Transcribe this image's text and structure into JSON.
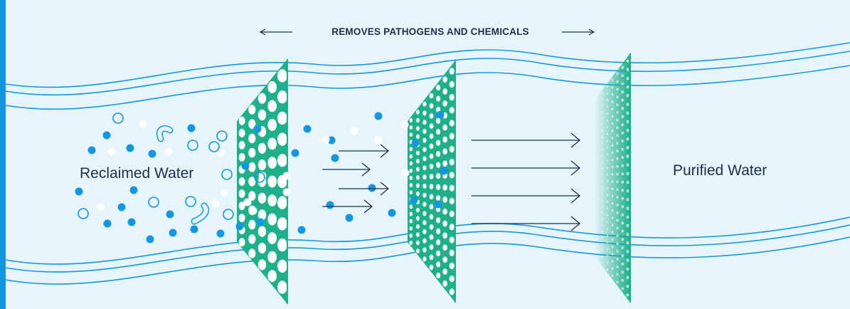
{
  "header": {
    "label": "REMOVES PATHOGENS AND CHEMICALS",
    "arrow_left_icon": "arrow-left-icon",
    "arrow_right_icon": "arrow-right-icon"
  },
  "stages": {
    "input_label": "Reclaimed Water",
    "output_label": "Purified Water"
  },
  "filters": [
    {
      "name": "coarse-filter",
      "hole_size": "large"
    },
    {
      "name": "fine-filter",
      "hole_size": "medium"
    },
    {
      "name": "ultra-fine-filter",
      "hole_size": "small"
    }
  ],
  "colors": {
    "background": "#e6f4fb",
    "accent": "#1597e0",
    "water_lines": "#1597e0",
    "filter": "#1fb08a",
    "particle_blue": "#1597e0",
    "particle_white": "#ffffff",
    "text": "#1c2f4c"
  }
}
